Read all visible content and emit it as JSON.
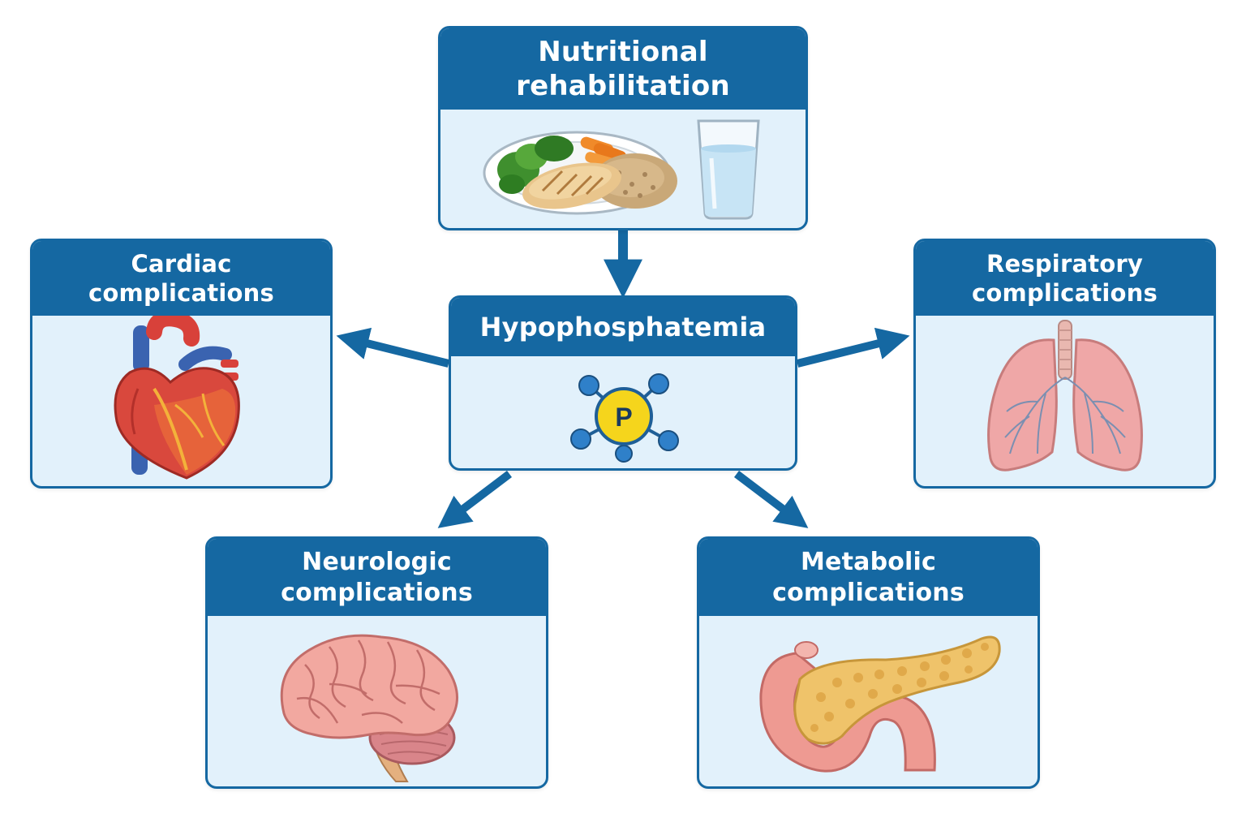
{
  "nodes": {
    "nutrition": {
      "title": "Nutritional rehabilitation",
      "illustration": [
        "plate-of-food-icon",
        "water-glass-icon"
      ]
    },
    "hypophosphatemia": {
      "title": "Hypophosphatemia",
      "illustration": "phosphate-molecule-icon",
      "symbol": "P"
    },
    "cardiac": {
      "title": "Cardiac complications",
      "illustration": "heart-icon"
    },
    "respiratory": {
      "title": "Respiratory complications",
      "illustration": "lungs-icon"
    },
    "neurologic": {
      "title": "Neurologic complications",
      "illustration": "brain-icon"
    },
    "metabolic": {
      "title": "Metabolic complications",
      "illustration": "pancreas-icon"
    }
  },
  "edges": [
    {
      "from": "nutrition",
      "to": "hypophosphatemia"
    },
    {
      "from": "hypophosphatemia",
      "to": "cardiac"
    },
    {
      "from": "hypophosphatemia",
      "to": "respiratory"
    },
    {
      "from": "hypophosphatemia",
      "to": "neurologic"
    },
    {
      "from": "hypophosphatemia",
      "to": "metabolic"
    }
  ],
  "colors": {
    "header": "#1568a2",
    "panel": "#e2f1fb",
    "arrow": "#1568a2",
    "phosphorus_atom": "#f5d51c",
    "oxygen_atom": "#2f80c9"
  }
}
